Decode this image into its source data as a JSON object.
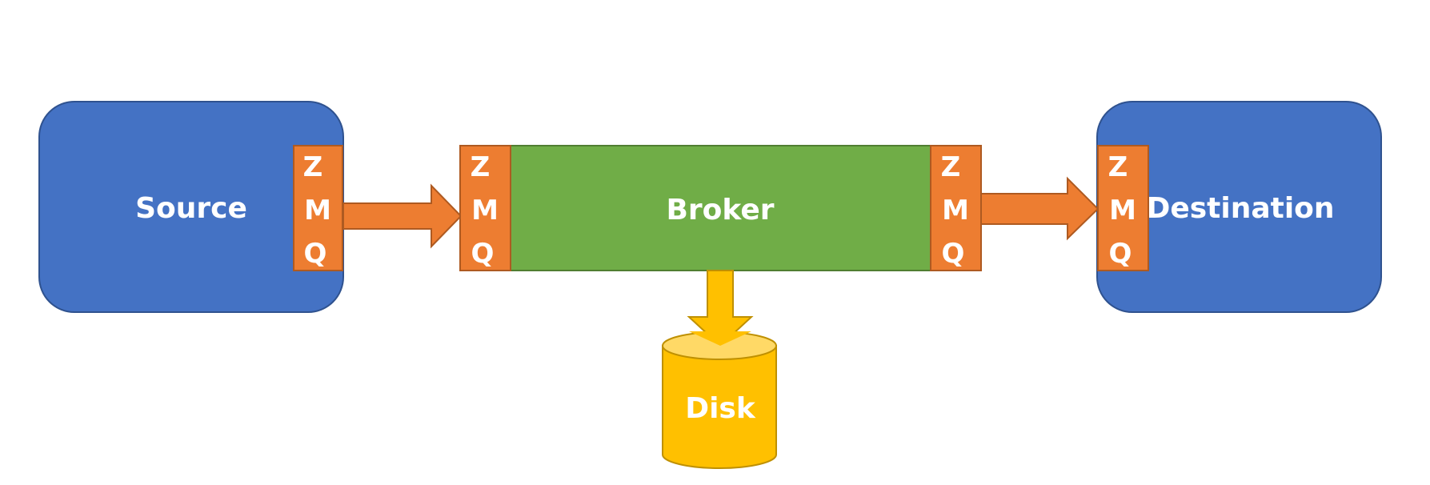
{
  "nodes": {
    "source": {
      "label": "Source"
    },
    "broker": {
      "label": "Broker"
    },
    "destination": {
      "label": "Destination"
    },
    "disk": {
      "label": "Disk"
    }
  },
  "zmq_letters": [
    "Z",
    "M",
    "Q"
  ],
  "colors": {
    "node_blue": "#4472C4",
    "node_blue_border": "#2F528F",
    "broker_green": "#70AD47",
    "broker_border": "#507E32",
    "zmq_orange": "#ED7D31",
    "zmq_border": "#AE5A21",
    "disk_yellow": "#FFC000",
    "disk_top": "#FFD966",
    "disk_border": "#BF9000",
    "text": "#FFFFFF"
  }
}
